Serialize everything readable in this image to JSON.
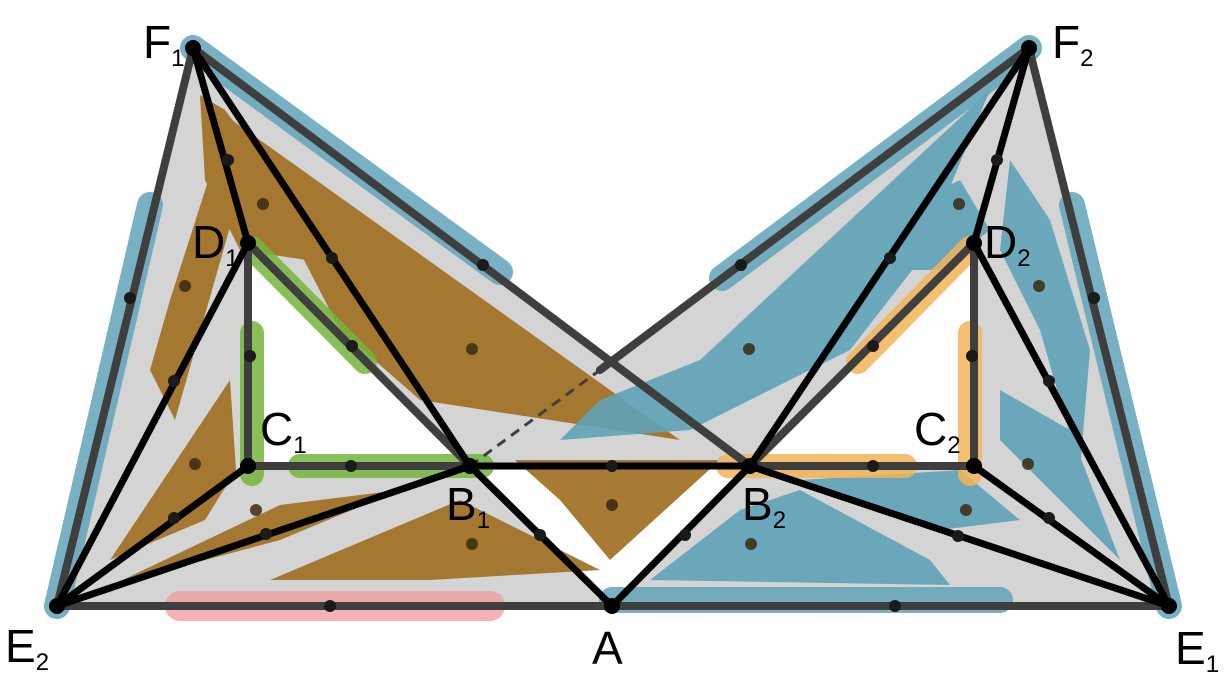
{
  "diagram": {
    "colors": {
      "background": "#ffffff",
      "region_fill": "#d4d4d4",
      "brown": "#a37429",
      "blue": "#5fa3b8",
      "green": "#74b43a",
      "orange": "#f2b458",
      "red": "#f29a9a",
      "edge_dark": "#3e3e3e",
      "edge_black": "#000000"
    },
    "labels": {
      "F1": {
        "main": "F",
        "sub": "1"
      },
      "F2": {
        "main": "F",
        "sub": "2"
      },
      "D1": {
        "main": "D",
        "sub": "1"
      },
      "D2": {
        "main": "D",
        "sub": "2"
      },
      "C1": {
        "main": "C",
        "sub": "1"
      },
      "C2": {
        "main": "C",
        "sub": "2"
      },
      "B1": {
        "main": "B",
        "sub": "1"
      },
      "B2": {
        "main": "B",
        "sub": "2"
      },
      "E1": {
        "main": "E",
        "sub": "1"
      },
      "E2": {
        "main": "E",
        "sub": "2"
      },
      "A": {
        "main": "A",
        "sub": ""
      }
    }
  }
}
